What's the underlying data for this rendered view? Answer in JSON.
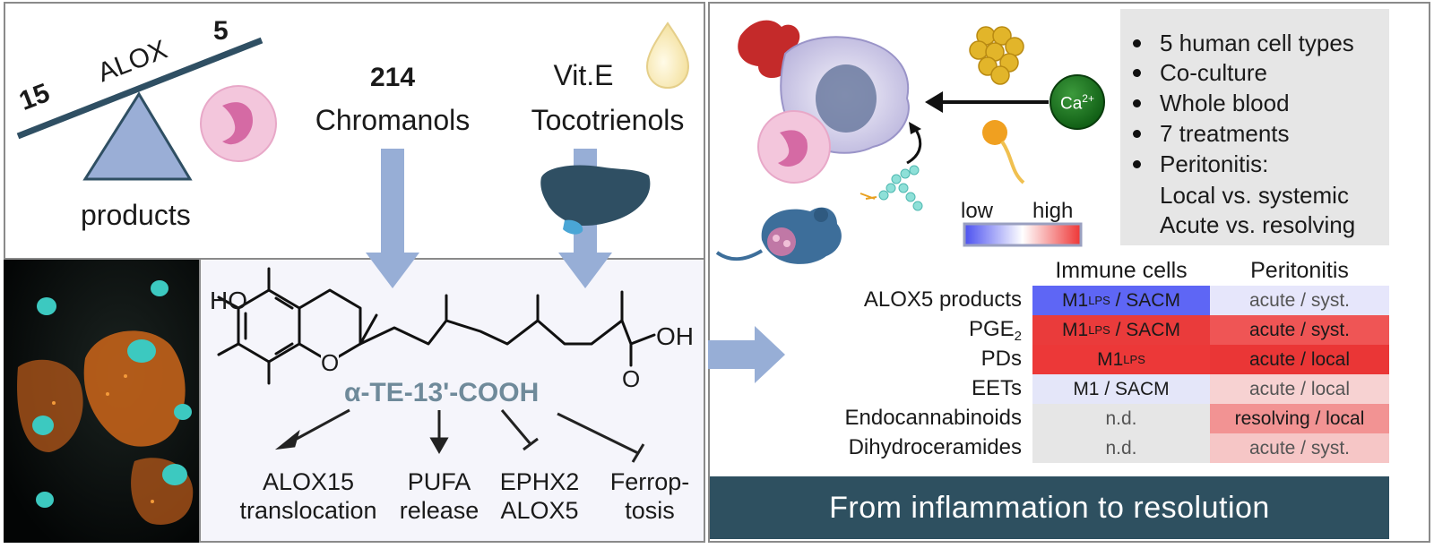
{
  "balance": {
    "left_num": "15",
    "center": "ALOX",
    "right_num": "5",
    "products": "products"
  },
  "chromanols": {
    "count": "214",
    "label": "Chromanols"
  },
  "vitamin": {
    "line1": "Vit.E",
    "line2": "Tocotrienols"
  },
  "molecule": {
    "ho": "HO",
    "oh": "OH",
    "ring_o": "O",
    "acid_o": "O",
    "name": "α-TE-13'-COOH"
  },
  "effects": [
    {
      "line1": "ALOX15",
      "line2": "translocation"
    },
    {
      "line1": "PUFA",
      "line2": "release"
    },
    {
      "line1": "EPHX2",
      "line2": "ALOX5"
    },
    {
      "line1": "Ferrop-",
      "line2": "tosis"
    }
  ],
  "calcium": {
    "label": "Ca",
    "sup": "2+"
  },
  "scale": {
    "low": "low",
    "high": "high"
  },
  "study": [
    "5 human cell types",
    "Co-culture",
    "Whole blood",
    "7 treatments",
    "Peritonitis:"
  ],
  "study_sub": [
    "Local vs. systemic",
    "Acute vs. resolving"
  ],
  "table": {
    "col1": "Immune cells",
    "col2": "Peritonitis",
    "rows": [
      {
        "label": "ALOX5 products",
        "imm_a": "M1",
        "imm_sub": "LPS",
        "imm_b": "/ SACM",
        "per": "acute / syst."
      },
      {
        "label_main": "PGE",
        "label_sub": "2",
        "imm_a": "M1",
        "imm_sub": "LPS",
        "imm_b": "/ SACM",
        "per": "acute / syst."
      },
      {
        "label": "PDs",
        "imm_a": "M1",
        "imm_sub": "LPS",
        "imm_b": "",
        "per": "acute / local"
      },
      {
        "label": "EETs",
        "imm": "M1 / SACM",
        "per": "acute / local"
      },
      {
        "label": "Endocannabinoids",
        "imm": "n.d.",
        "per": "resolving / local"
      },
      {
        "label": "Dihydroceramides",
        "imm": "n.d.",
        "per": "acute / syst."
      }
    ]
  },
  "footer": "From inflammation to resolution",
  "colors": {
    "panel_border": "#8a8a8a",
    "arrow_blue": "#97aed6",
    "footer_bg": "#2e5060",
    "molecule_name": "#6f8a9a",
    "heat_blue": "#5b63f5",
    "heat_red": "#ea3b3b"
  }
}
